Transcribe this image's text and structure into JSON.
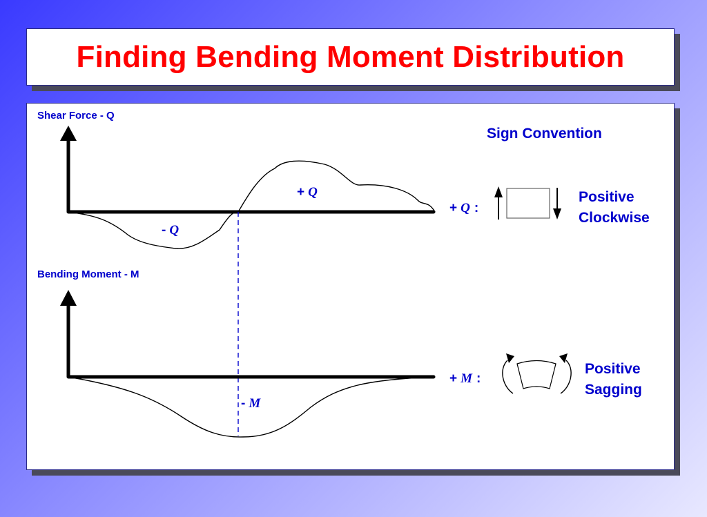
{
  "title": "Finding Bending Moment Distribution",
  "colors": {
    "title": "#ff0000",
    "labels": "#0000cc",
    "axis": "#000000",
    "divider": "#0000cc"
  },
  "diagram": {
    "shear_axis_label": "Shear Force - Q",
    "moment_axis_label": "Bending Moment - M",
    "positive_shear_label": {
      "sign": "+",
      "symbol": "Q"
    },
    "negative_shear_label": {
      "sign": "-",
      "symbol": "Q"
    },
    "negative_moment_label": {
      "sign": "-",
      "symbol": "M"
    }
  },
  "sign_convention": {
    "heading": "Sign Convention",
    "shear": {
      "sign": "+",
      "symbol": "Q",
      "colon": ":",
      "line1": "Positive",
      "line2": "Clockwise"
    },
    "moment": {
      "sign": "+",
      "symbol": "M",
      "colon": ":",
      "line1": "Positive",
      "line2": "Sagging"
    }
  }
}
